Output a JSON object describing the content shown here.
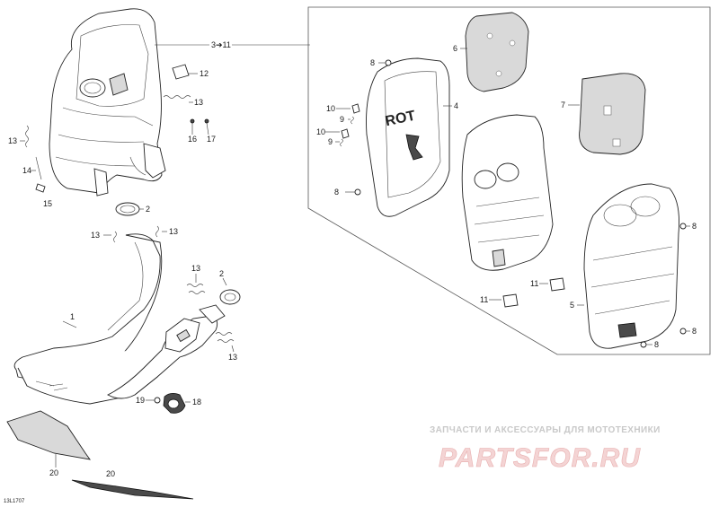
{
  "diagram": {
    "ref_code": "13L1707",
    "group_label": "3➔11",
    "callouts": {
      "c1": "1",
      "c2a": "2",
      "c2b": "2",
      "c4": "4",
      "c5": "5",
      "c6": "6",
      "c7": "7",
      "c8a": "8",
      "c8b": "8",
      "c8c": "8",
      "c8d": "8",
      "c8e": "8",
      "c9a": "9",
      "c9b": "9",
      "c10a": "10",
      "c10b": "10",
      "c11a": "11",
      "c11b": "11",
      "c12": "12",
      "c13a": "13",
      "c13b": "13",
      "c13c": "13",
      "c13d": "13",
      "c13e": "13",
      "c13f": "13",
      "c14": "14",
      "c15": "15",
      "c16": "16",
      "c17": "17",
      "c18": "18",
      "c19": "19",
      "c20a": "20",
      "c20b": "20"
    }
  },
  "watermark": {
    "tagline": "ЗАПЧАСТИ И АКСЕССУАРЫ ДЛЯ МОТОТЕХНИКИ",
    "logo": "PARTSFOR.RU"
  },
  "colors": {
    "line": "#222222",
    "watermark_red": "#e8b0b0",
    "watermark_grey": "#c9c9c9"
  }
}
